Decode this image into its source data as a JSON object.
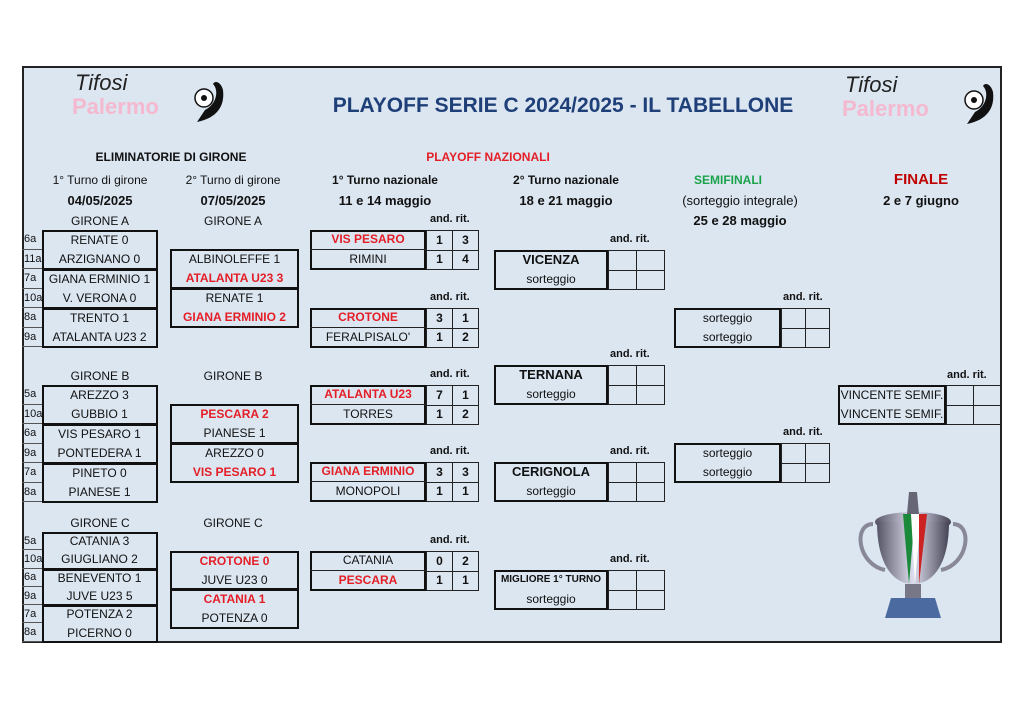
{
  "title": "PLAYOFF SERIE C 2024/2025 - IL TABELLONE",
  "logo": {
    "line1": "Tifosi",
    "line2": "Palermo"
  },
  "colors": {
    "background": "#dce6f1",
    "title": "#1f3f78",
    "red": "#e41e26",
    "green": "#1aa34a",
    "final": "#c00000"
  },
  "headers": {
    "eliminatorie": "ELIMINATORIE DI GIRONE",
    "playoff_nazionali": "PLAYOFF NAZIONALI",
    "r1_title": "1° Turno di girone",
    "r1_date": "04/05/2025",
    "r2_title": "2° Turno di girone",
    "r2_date": "07/05/2025",
    "n1_title": "1° Turno nazionale",
    "n1_date": "11 e 14  maggio",
    "n2_title": "2° Turno nazionale",
    "n2_date": "18 e 21  maggio",
    "semi_title": "SEMIFINALI",
    "semi_sub": "(sorteggio integrale)",
    "semi_date": "25 e 28 maggio",
    "final_title": "FINALE",
    "final_date": "2 e 7 giugno"
  },
  "score_labels": "and.  rit.",
  "round1": [
    {
      "label": "GIRONE  A",
      "rows": [
        {
          "pos": "6a",
          "name": "RENATE  0"
        },
        {
          "pos": "11a",
          "name": "ARZIGNANO  0"
        },
        {
          "pos": "7a",
          "name": "GIANA ERMINIO 1"
        },
        {
          "pos": "10a",
          "name": "V. VERONA 0"
        },
        {
          "pos": "8a",
          "name": "TRENTO  1"
        },
        {
          "pos": "9a",
          "name": "ATALANTA U23  2"
        }
      ]
    },
    {
      "label": "GIRONE  B",
      "rows": [
        {
          "pos": "5a",
          "name": "AREZZO  3"
        },
        {
          "pos": "10a",
          "name": "GUBBIO   1"
        },
        {
          "pos": "6a",
          "name": "VIS PESARO  1"
        },
        {
          "pos": "9a",
          "name": "PONTEDERA  1"
        },
        {
          "pos": "7a",
          "name": "PINETO  0"
        },
        {
          "pos": "8a",
          "name": "PIANESE  1"
        }
      ]
    },
    {
      "label": "GIRONE  C",
      "rows": [
        {
          "pos": "5a",
          "name": "CATANIA  3"
        },
        {
          "pos": "10a",
          "name": "GIUGLIANO  2"
        },
        {
          "pos": "6a",
          "name": "BENEVENTO  1"
        },
        {
          "pos": "9a",
          "name": "JUVE U23  5"
        },
        {
          "pos": "7a",
          "name": "POTENZA  2"
        },
        {
          "pos": "8a",
          "name": "PICERNO  0"
        }
      ]
    }
  ],
  "round2": [
    {
      "label": "GIRONE  A",
      "matches": [
        [
          {
            "name": "ALBINOLEFFE  1",
            "win": false
          },
          {
            "name": "ATALANTA U23  3",
            "win": true
          }
        ],
        [
          {
            "name": "RENATE  1",
            "win": false
          },
          {
            "name": "GIANA  ERMINIO  2",
            "win": true
          }
        ]
      ]
    },
    {
      "label": "GIRONE  B",
      "matches": [
        [
          {
            "name": "PESCARA  2",
            "win": true
          },
          {
            "name": "PIANESE  1",
            "win": false
          }
        ],
        [
          {
            "name": "AREZZO  0",
            "win": false
          },
          {
            "name": "VIS PESARO  1",
            "win": true
          }
        ]
      ]
    },
    {
      "label": "GIRONE  C",
      "matches": [
        [
          {
            "name": "CROTONE  0",
            "win": true
          },
          {
            "name": "JUVE  U23  0",
            "win": false
          }
        ],
        [
          {
            "name": "CATANIA  1",
            "win": true
          },
          {
            "name": "POTENZA  0",
            "win": false
          }
        ]
      ]
    }
  ],
  "national1": [
    [
      {
        "name": "VIS PESARO",
        "and": "1",
        "rit": "3",
        "win": true
      },
      {
        "name": "RIMINI",
        "and": "1",
        "rit": "4",
        "win": false
      }
    ],
    [
      {
        "name": "CROTONE",
        "and": "3",
        "rit": "1",
        "win": true
      },
      {
        "name": "FERALPISALO'",
        "and": "1",
        "rit": "2",
        "win": false
      }
    ],
    [
      {
        "name": "ATALANTA U23",
        "and": "7",
        "rit": "1",
        "win": true
      },
      {
        "name": "TORRES",
        "and": "1",
        "rit": "2",
        "win": false
      }
    ],
    [
      {
        "name": "GIANA ERMINIO",
        "and": "3",
        "rit": "3",
        "win": true
      },
      {
        "name": "MONOPOLI",
        "and": "1",
        "rit": "1",
        "win": false
      }
    ],
    [
      {
        "name": "CATANIA",
        "and": "0",
        "rit": "2",
        "win": false
      },
      {
        "name": "PESCARA",
        "and": "1",
        "rit": "1",
        "win": true
      }
    ]
  ],
  "national2": [
    [
      {
        "name": "VICENZA",
        "bold": true
      },
      {
        "name": "sorteggio"
      }
    ],
    [
      {
        "name": "TERNANA",
        "bold": true
      },
      {
        "name": "sorteggio"
      }
    ],
    [
      {
        "name": "CERIGNOLA",
        "bold": true
      },
      {
        "name": "sorteggio"
      }
    ],
    [
      {
        "name": "MIGLIORE 1° TURNO",
        "bold": true,
        "small": true
      },
      {
        "name": "sorteggio"
      }
    ]
  ],
  "semifinals": [
    [
      {
        "name": "sorteggio"
      },
      {
        "name": "sorteggio"
      }
    ],
    [
      {
        "name": "sorteggio"
      },
      {
        "name": "sorteggio"
      }
    ]
  ],
  "final": [
    {
      "name": "VINCENTE SEMIF."
    },
    {
      "name": "VINCENTE SEMIF."
    }
  ]
}
